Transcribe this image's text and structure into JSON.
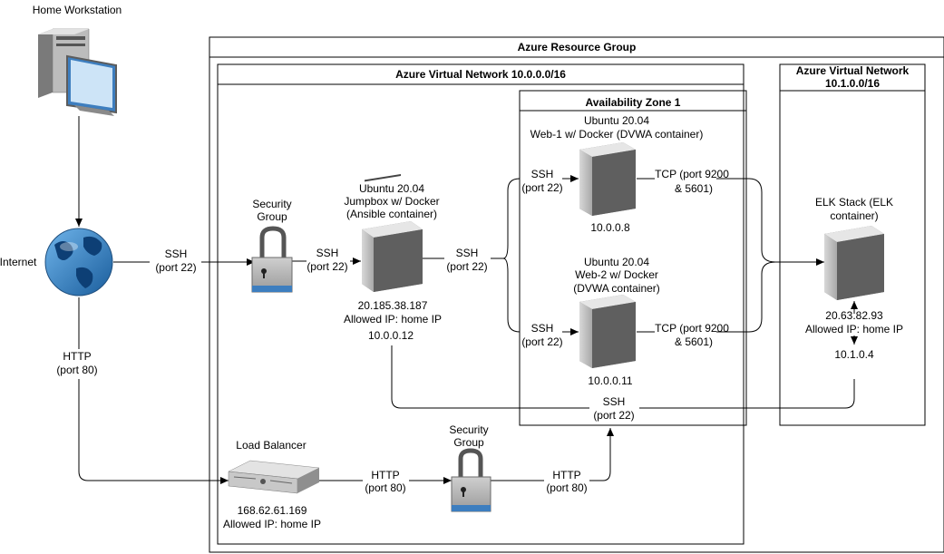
{
  "workstation": {
    "label": "Home Workstation",
    "icon": "desktop-computer-icon"
  },
  "internet": {
    "label": "Internet",
    "icon": "globe-icon"
  },
  "resource_group": {
    "title": "Azure Resource Group"
  },
  "vnet1": {
    "title": "Azure Virtual Network 10.0.0.0/16"
  },
  "vnet2": {
    "title_line1": "Azure Virtual Network",
    "title_line2": "10.1.0.0/16"
  },
  "zone": {
    "title": "Availability Zone 1"
  },
  "sg1": {
    "line1": "Security",
    "line2": "Group",
    "icon": "padlock-icon"
  },
  "sg2": {
    "line1": "Security",
    "line2": "Group",
    "icon": "padlock-icon"
  },
  "jumpbox": {
    "line1": "Ubuntu 20.04",
    "line2": "Jumpbox w/ Docker",
    "line3": "(Ansible container)",
    "ip": "20.185.38.187",
    "allowed": "Allowed IP: home IP",
    "private_ip": "10.0.0.12",
    "icon": "server-icon"
  },
  "web1": {
    "line1": "Ubuntu 20.04",
    "line2": "Web-1 w/ Docker (DVWA container)",
    "ip": "10.0.0.8",
    "icon": "server-icon"
  },
  "web2": {
    "line1": "Ubuntu 20.04",
    "line2": "Web-2 w/ Docker",
    "line3": "(DVWA container)",
    "ip": "10.0.0.11",
    "icon": "server-icon"
  },
  "elk": {
    "line1": "ELK Stack (ELK",
    "line2": "container)",
    "ip": "20.63.82.93",
    "allowed": "Allowed IP: home IP",
    "private_ip": "10.1.0.4",
    "icon": "server-icon"
  },
  "lb": {
    "label": "Load Balancer",
    "ip": "168.62.61.169",
    "allowed": "Allowed IP: home IP",
    "icon": "rack-server-icon"
  },
  "edges": {
    "ssh": "SSH",
    "port22": "(port 22)",
    "http": "HTTP",
    "port80": "(port 80)",
    "tcp": "TCP (port 9200",
    "tcp2": "& 5601)"
  }
}
